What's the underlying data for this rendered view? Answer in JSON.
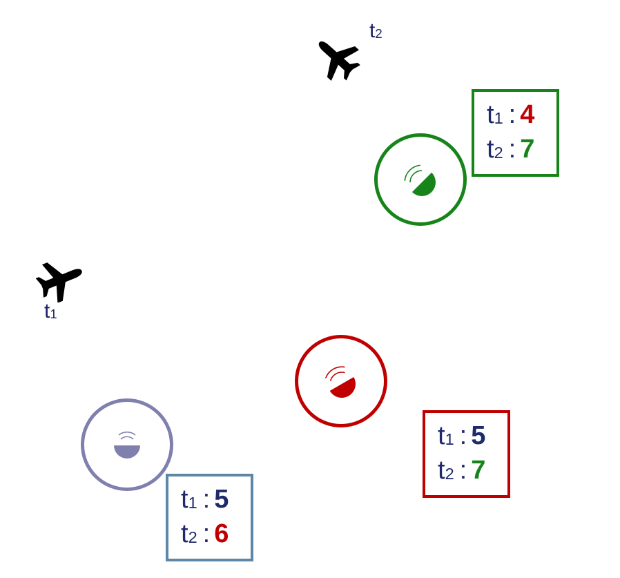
{
  "planes": [
    {
      "id": "t1",
      "label_base": "t",
      "label_sub": "1",
      "icon": "airplane-icon"
    },
    {
      "id": "t2",
      "label_base": "t",
      "label_sub": "2",
      "icon": "airplane-icon"
    }
  ],
  "stations": [
    {
      "id": "green",
      "color": "#17841a",
      "icon": "radar-dish-icon",
      "readings": [
        {
          "label_base": "t",
          "label_sub": "1",
          "sep": ":",
          "value": "4",
          "value_color": "#c00000"
        },
        {
          "label_base": "t",
          "label_sub": "2",
          "sep": ":",
          "value": "7",
          "value_color": "#17841a"
        }
      ]
    },
    {
      "id": "red",
      "color": "#c00000",
      "icon": "radar-dish-icon",
      "readings": [
        {
          "label_base": "t",
          "label_sub": "1",
          "sep": ":",
          "value": "5",
          "value_color": "#1f2a6b"
        },
        {
          "label_base": "t",
          "label_sub": "2",
          "sep": ":",
          "value": "7",
          "value_color": "#17841a"
        }
      ]
    },
    {
      "id": "purple",
      "color": "#7f80ae",
      "box_color": "#5e86a6",
      "icon": "radar-dish-icon",
      "readings": [
        {
          "label_base": "t",
          "label_sub": "1",
          "sep": ":",
          "value": "5",
          "value_color": "#1f2a6b"
        },
        {
          "label_base": "t",
          "label_sub": "2",
          "sep": ":",
          "value": "6",
          "value_color": "#c00000"
        }
      ]
    }
  ]
}
